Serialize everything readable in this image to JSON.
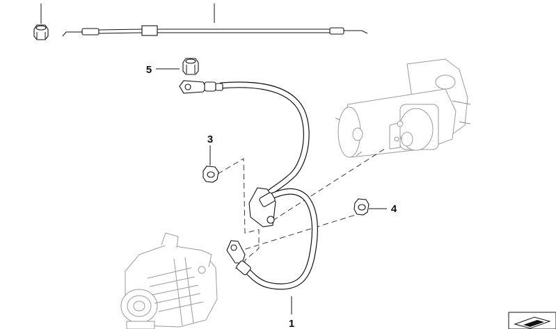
{
  "diagram": {
    "callouts": [
      {
        "id": "1",
        "label": "1"
      },
      {
        "id": "3",
        "label": "3"
      },
      {
        "id": "4",
        "label": "4"
      },
      {
        "id": "5",
        "label": "5"
      }
    ],
    "parts": [
      {
        "id": "battery-cable",
        "callout": "1",
        "icon": "battery-cable-icon"
      },
      {
        "id": "hex-nut-alternator",
        "callout": "3",
        "icon": "hex-nut-icon"
      },
      {
        "id": "hex-nut-starter",
        "callout": "4",
        "icon": "hex-nut-icon"
      },
      {
        "id": "hex-nut-terminal",
        "callout": "5",
        "icon": "hex-nut-icon"
      },
      {
        "id": "starter-motor",
        "icon": "starter-motor-icon"
      },
      {
        "id": "alternator",
        "icon": "alternator-icon"
      },
      {
        "id": "inline-cable-preview",
        "icon": "inline-cable-icon"
      },
      {
        "id": "nut-preview",
        "icon": "nut-icon"
      },
      {
        "id": "corner-arrow-button",
        "icon": "arrow-icon"
      }
    ],
    "colors": {
      "line": "#111111",
      "background": "#ffffff",
      "ghost": "#9a9a9a"
    }
  }
}
